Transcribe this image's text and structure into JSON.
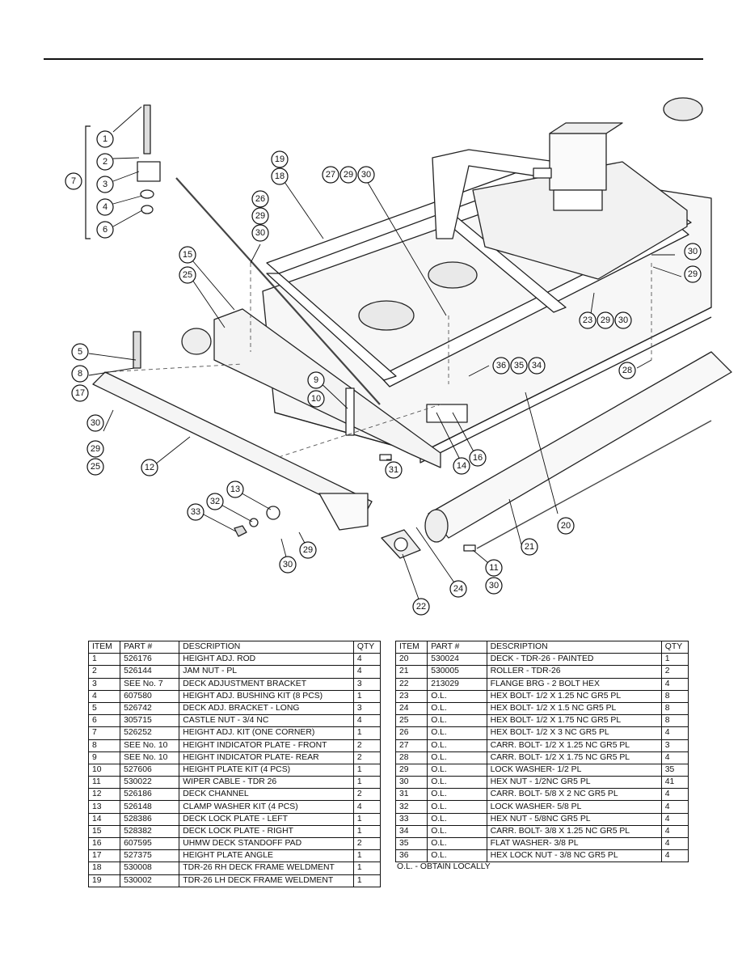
{
  "table_headers": {
    "item": "ITEM",
    "part": "PART #",
    "description": "DESCRIPTION",
    "qty": "QTY"
  },
  "parts_left": [
    {
      "item": "1",
      "part": "526176",
      "description": "HEIGHT ADJ. ROD",
      "qty": "4"
    },
    {
      "item": "2",
      "part": "526144",
      "description": "JAM NUT - PL",
      "qty": "4"
    },
    {
      "item": "3",
      "part": "SEE No. 7",
      "description": "DECK ADJUSTMENT BRACKET",
      "qty": "3"
    },
    {
      "item": "4",
      "part": "607580",
      "description": "HEIGHT ADJ. BUSHING KIT (8 PCS)",
      "qty": "1"
    },
    {
      "item": "5",
      "part": "526742",
      "description": "DECK ADJ. BRACKET - LONG",
      "qty": "3"
    },
    {
      "item": "6",
      "part": "305715",
      "description": "CASTLE NUT - 3/4 NC",
      "qty": "4"
    },
    {
      "item": "7",
      "part": "526252",
      "description": "HEIGHT ADJ. KIT (ONE CORNER)",
      "qty": "1"
    },
    {
      "item": "8",
      "part": "SEE No. 10",
      "description": "HEIGHT INDICATOR PLATE - FRONT",
      "qty": "2"
    },
    {
      "item": "9",
      "part": "SEE No. 10",
      "description": "HEIGHT INDICATOR PLATE- REAR",
      "qty": "2"
    },
    {
      "item": "10",
      "part": "527606",
      "description": "HEIGHT PLATE KIT (4 PCS)",
      "qty": "1"
    },
    {
      "item": "11",
      "part": "530022",
      "description": "WIPER CABLE - TDR 26",
      "qty": "1"
    },
    {
      "item": "12",
      "part": "526186",
      "description": "DECK CHANNEL",
      "qty": "2"
    },
    {
      "item": "13",
      "part": "526148",
      "description": "CLAMP WASHER KIT (4 PCS)",
      "qty": "4"
    },
    {
      "item": "14",
      "part": "528386",
      "description": "DECK LOCK PLATE - LEFT",
      "qty": "1"
    },
    {
      "item": "15",
      "part": "528382",
      "description": "DECK LOCK PLATE - RIGHT",
      "qty": "1"
    },
    {
      "item": "16",
      "part": "607595",
      "description": "UHMW DECK STANDOFF PAD",
      "qty": "2"
    },
    {
      "item": "17",
      "part": "527375",
      "description": "HEIGHT PLATE ANGLE",
      "qty": "1"
    },
    {
      "item": "18",
      "part": "530008",
      "description": "TDR-26 RH DECK FRAME WELDMENT",
      "qty": "1"
    },
    {
      "item": "19",
      "part": "530002",
      "description": "TDR-26 LH DECK FRAME WELDMENT",
      "qty": "1"
    }
  ],
  "parts_right": [
    {
      "item": "20",
      "part": "530024",
      "description": "DECK - TDR-26 - PAINTED",
      "qty": "1"
    },
    {
      "item": "21",
      "part": "530005",
      "description": "ROLLER - TDR-26",
      "qty": "2"
    },
    {
      "item": "22",
      "part": "213029",
      "description": "FLANGE BRG - 2 BOLT HEX",
      "qty": "4"
    },
    {
      "item": "23",
      "part": "O.L.",
      "description": "HEX BOLT- 1/2 X 1.25 NC GR5 PL",
      "qty": "8"
    },
    {
      "item": "24",
      "part": "O.L.",
      "description": "HEX BOLT- 1/2 X 1.5 NC GR5 PL",
      "qty": "8"
    },
    {
      "item": "25",
      "part": "O.L.",
      "description": "HEX BOLT- 1/2 X 1.75 NC GR5 PL",
      "qty": "8"
    },
    {
      "item": "26",
      "part": "O.L.",
      "description": "HEX BOLT- 1/2 X 3 NC GR5 PL",
      "qty": "4"
    },
    {
      "item": "27",
      "part": "O.L.",
      "description": "CARR. BOLT- 1/2 X 1.25 NC GR5 PL",
      "qty": "3"
    },
    {
      "item": "28",
      "part": "O.L.",
      "description": "CARR. BOLT- 1/2 X 1.75 NC GR5 PL",
      "qty": "4"
    },
    {
      "item": "29",
      "part": "O.L.",
      "description": "LOCK WASHER- 1/2 PL",
      "qty": "35"
    },
    {
      "item": "30",
      "part": "O.L.",
      "description": "HEX NUT - 1/2NC GR5 PL",
      "qty": "41"
    },
    {
      "item": "31",
      "part": "O.L.",
      "description": "CARR. BOLT- 5/8 X 2 NC GR5 PL",
      "qty": "4"
    },
    {
      "item": "32",
      "part": "O.L.",
      "description": "LOCK WASHER- 5/8 PL",
      "qty": "4"
    },
    {
      "item": "33",
      "part": "O.L.",
      "description": "HEX NUT - 5/8NC GR5 PL",
      "qty": "4"
    },
    {
      "item": "34",
      "part": "O.L.",
      "description": "CARR. BOLT- 3/8 X 1.25 NC GR5 PL",
      "qty": "4"
    },
    {
      "item": "35",
      "part": "O.L.",
      "description": "FLAT WASHER- 3/8 PL",
      "qty": "4"
    },
    {
      "item": "36",
      "part": "O.L.",
      "description": "HEX LOCK NUT - 3/8 NC GR5 PL",
      "qty": "4"
    }
  ],
  "note": "O.L. - OBTAIN LOCALLY",
  "callouts": [
    "1",
    "2",
    "3",
    "4",
    "6",
    "7",
    "19",
    "18",
    "27",
    "29",
    "30",
    "26",
    "29",
    "30",
    "15",
    "25",
    "30",
    "29",
    "23",
    "29",
    "30",
    "5",
    "8",
    "17",
    "9",
    "10",
    "36",
    "35",
    "34",
    "28",
    "30",
    "29",
    "25",
    "12",
    "31",
    "14",
    "16",
    "20",
    "13",
    "32",
    "33",
    "29",
    "30",
    "21",
    "11",
    "30",
    "24",
    "22"
  ]
}
